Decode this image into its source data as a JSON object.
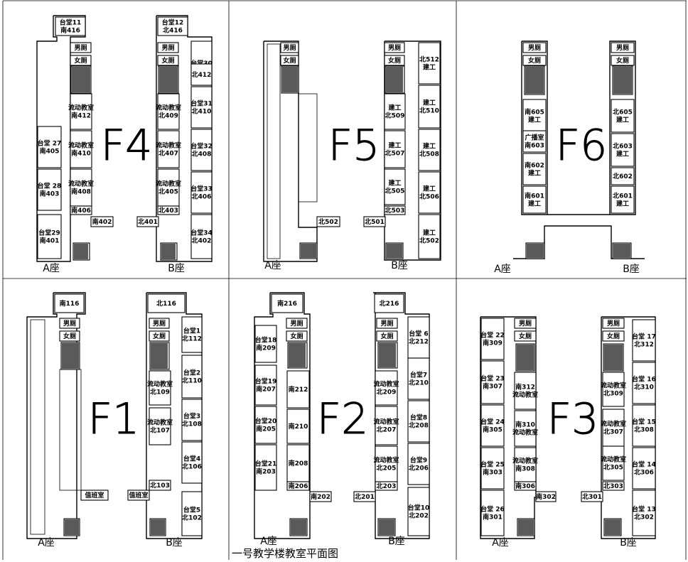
{
  "caption": "一号教学楼教室平面图",
  "wing_a": "A座",
  "wing_b": "B座",
  "floors": {
    "f4": {
      "label": "F4",
      "rooms": [
        "台堂11\n南416",
        "台堂12\n北416",
        "男厕",
        "女厕",
        "男厕",
        "女厕",
        "台堂30",
        "北412",
        "台堂31\n北410",
        "台堂32\n北408",
        "台堂33\n北406",
        "台堂34\n北402",
        "台堂 27\n南405",
        "台堂 28\n南403",
        "台堂29\n南401",
        "流动教室\n南412",
        "流动教室\n南410",
        "流动教室\n南408",
        "南406",
        "流动教室\n北409",
        "流动教室\n北407",
        "流动教室\n北405",
        "北403",
        "南402",
        "北401"
      ]
    },
    "f5": {
      "label": "F5",
      "rooms": [
        "男厕",
        "女厕",
        "男厕",
        "女厕",
        "北512\n建工",
        "建工\n北510",
        "建工\n北508",
        "建工\n北506",
        "建工\n北502",
        "建工\n北509",
        "建工\n北507",
        "建工\n北505",
        "北503",
        "北502",
        "北501"
      ]
    },
    "f6": {
      "label": "F6",
      "rooms": [
        "男厕",
        "女厕",
        "男厕",
        "女厕",
        "南605\n建工",
        "广播室\n南603",
        "南602\n建工",
        "南601\n建工",
        "北605\n建工",
        "北603\n建工",
        "北602",
        "北601\n建工"
      ]
    },
    "f1": {
      "label": "F1",
      "rooms": [
        "南116",
        "北116",
        "男厕",
        "女厕",
        "男厕",
        "女厕",
        "台堂1\n北112",
        "台堂2\n北110",
        "台堂3\n北108",
        "台堂4\n北106",
        "台堂5\n北102",
        "流动教室\n北109",
        "流动教室\n北107",
        "北103",
        "值班室",
        "值班室"
      ]
    },
    "f2": {
      "label": "F2",
      "rooms": [
        "南216",
        "北216",
        "男厕",
        "女厕",
        "男厕",
        "女厕",
        "台堂18\n南209",
        "台堂19\n南207",
        "台堂20\n南205",
        "台堂21\n南203",
        "南212",
        "南210",
        "南208",
        "南206",
        "台堂 6\n北212",
        "台堂7\n北210",
        "台堂8\n北208",
        "台堂9\n北206",
        "台堂10\n北202",
        "流动教室\n北209",
        "流动教室\n北207",
        "流动教室\n北205",
        "北203",
        "南202",
        "北201"
      ]
    },
    "f3": {
      "label": "F3",
      "rooms": [
        "男厕",
        "女厕",
        "男厕",
        "女厕",
        "台堂 22\n南309",
        "台堂 23\n南307",
        "台堂 24\n南305",
        "台堂 25\n南303",
        "台堂 26\n南301",
        "南312\n流动教室",
        "南310\n流动教室",
        "流动教室\n南308",
        "南306",
        "台堂 17\n北312",
        "台堂 16\n北310",
        "台堂 15\n北308",
        "台堂 14\n北306",
        "台堂 13\n北302",
        "流动教室\n北309",
        "流动教室\n北307",
        "流动教室\n北305",
        "北303",
        "南302",
        "北301"
      ]
    }
  }
}
